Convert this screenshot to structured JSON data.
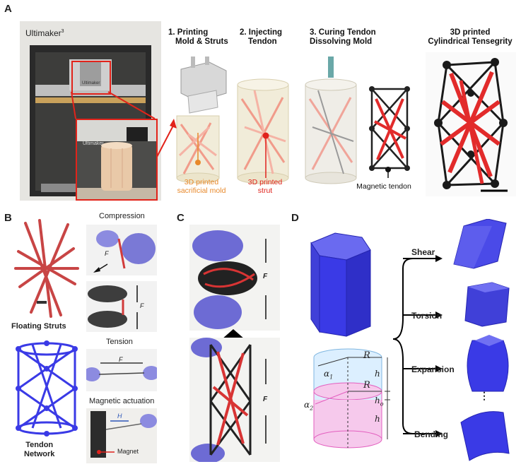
{
  "panels": {
    "a": "A",
    "b": "B",
    "c": "C",
    "d": "D"
  },
  "printer": {
    "brand": "Ultimaker",
    "sup": "3",
    "head_brand": "Ultimaker",
    "base_brand": "Ultimaker"
  },
  "steps": {
    "s1": [
      "1. Printing",
      "Mold & Struts"
    ],
    "s2": [
      "2. Injecting",
      "Tendon"
    ],
    "s3": [
      "3. Curing Tendon",
      "Dissolving Mold"
    ]
  },
  "result_title": [
    "3D printed",
    "Cylindrical Tensegrity"
  ],
  "labels": {
    "mold": [
      "3D printed",
      "sacrificial mold"
    ],
    "strut": [
      "3D printed",
      "strut"
    ],
    "tendon": "Magnetic tendon"
  },
  "panel_b": {
    "floating": "Floating Struts",
    "tendon_network": [
      "Tendon",
      "Network"
    ],
    "compression": "Compression",
    "tension": "Tension",
    "magnetic": "Magnetic actuation",
    "magnet": "Magnet",
    "F": "F",
    "H": "H"
  },
  "panel_c": {
    "F": "F"
  },
  "panel_d": {
    "shear": "Shear",
    "torsion": "Torsion",
    "expansion": "Expansion",
    "bending": "Bending",
    "dots": "⋮",
    "R": "R",
    "h": "h",
    "h0": "h",
    "h0_sub": "o",
    "alpha": "α",
    "sub1": "1",
    "sub2": "2"
  },
  "colors": {
    "mold_label": "#e8892b",
    "strut_label": "#e0221c",
    "red_strut": "#e22b2b",
    "blue": "#3a3ae6"
  }
}
